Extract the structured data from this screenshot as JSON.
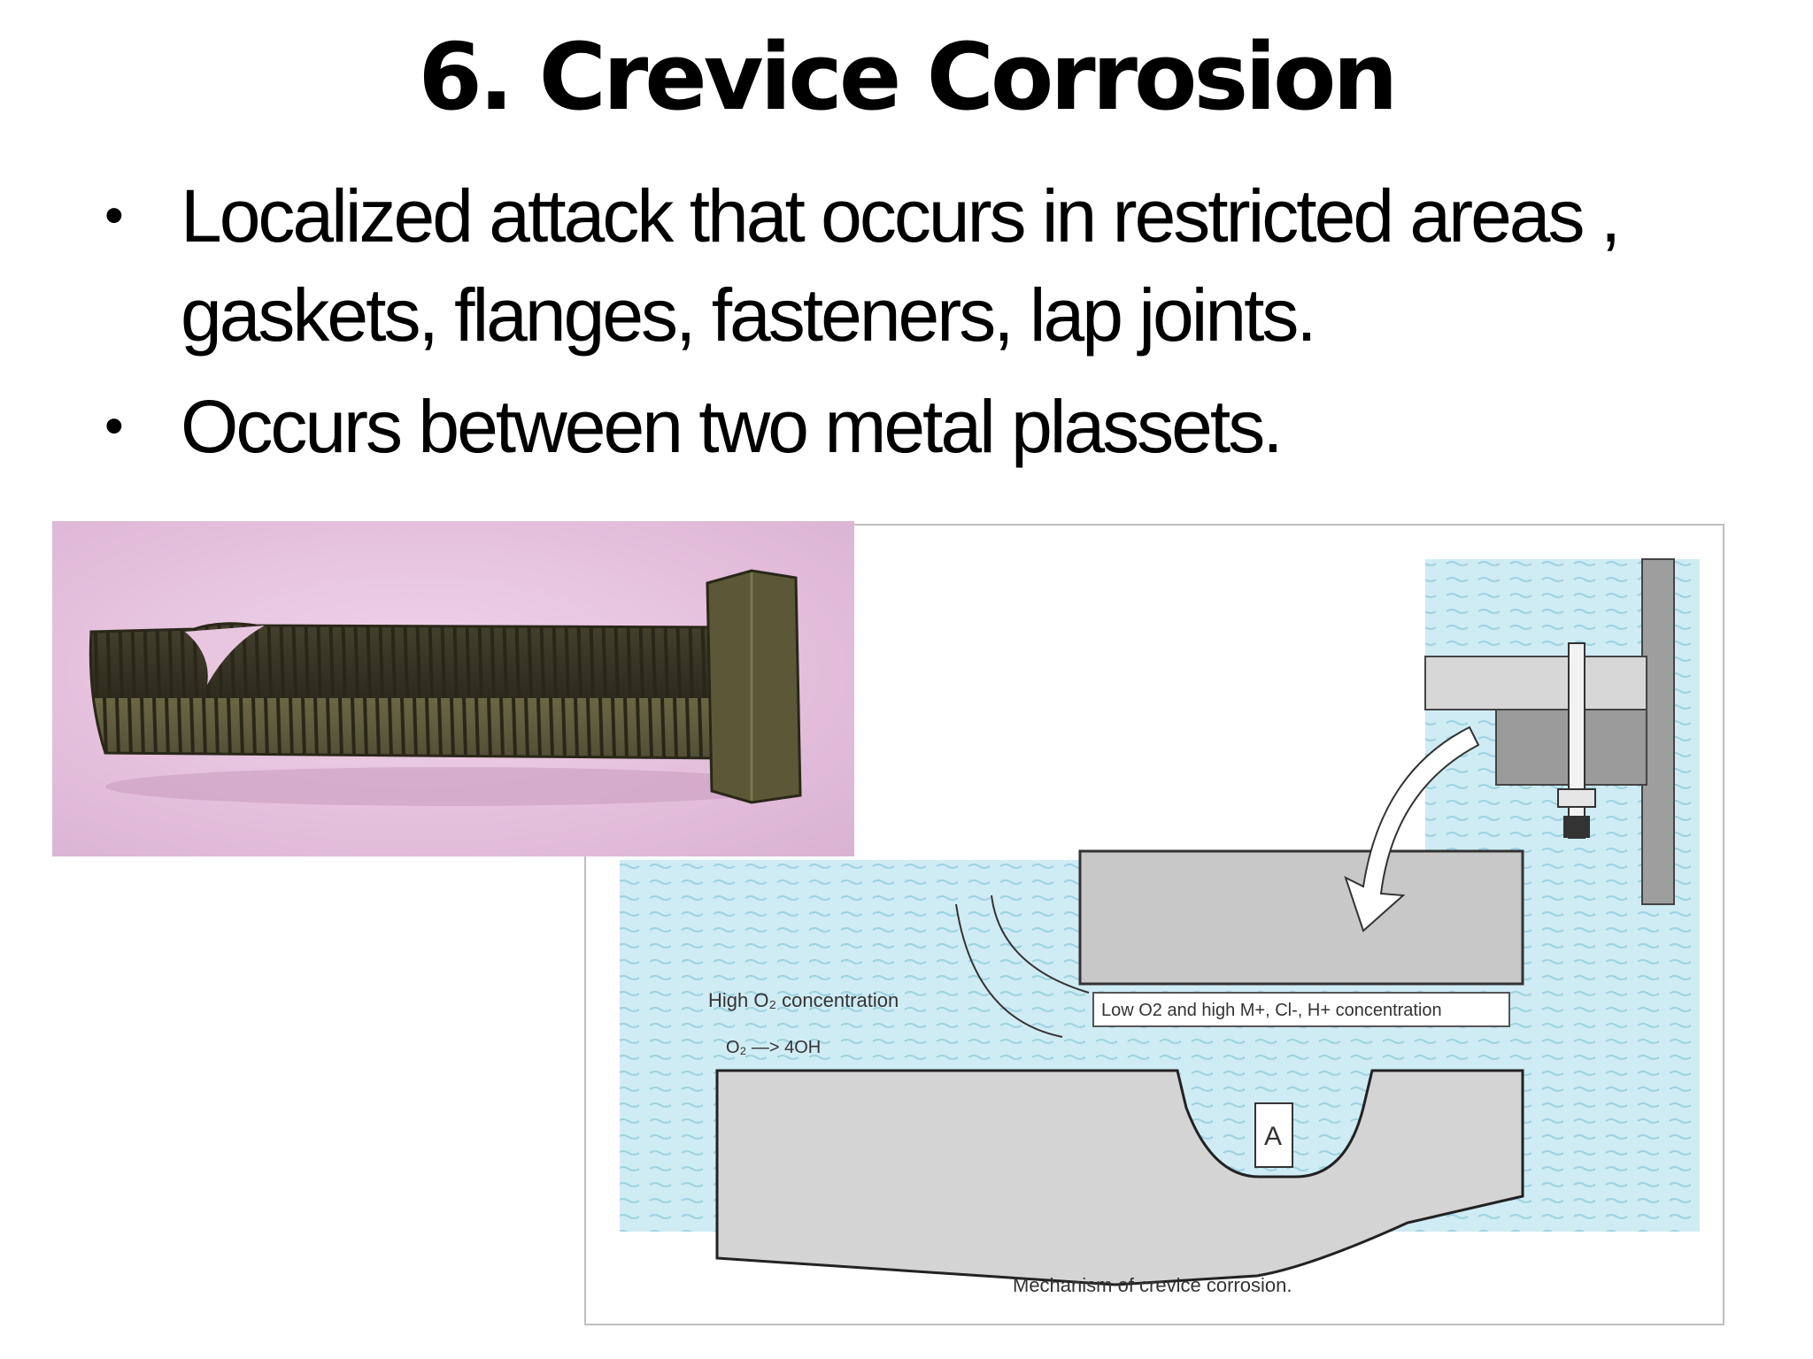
{
  "slide": {
    "title": "6. Crevice Corrosion",
    "bullets": [
      "Localized attack that occurs in restricted areas , gaskets, flanges, fasteners, lap joints.",
      "Occurs between two metal plassets."
    ],
    "bullet_symbol": "•"
  },
  "diagram": {
    "labels": {
      "high_o2": "High O₂ concentration",
      "reaction": "O₂ —> 4OH",
      "low_o2": "Low O2 and high M+, Cl-, H+ concentration",
      "anode": "A",
      "caption": "Mechanism of crevice corrosion."
    },
    "colors": {
      "water": "#c9e9f2",
      "metal": "#d6d6d6",
      "plate": "#bdbdbd"
    }
  },
  "photo": {
    "colors": {
      "background": "#e6c3df",
      "bolt": "#4a4630"
    }
  }
}
